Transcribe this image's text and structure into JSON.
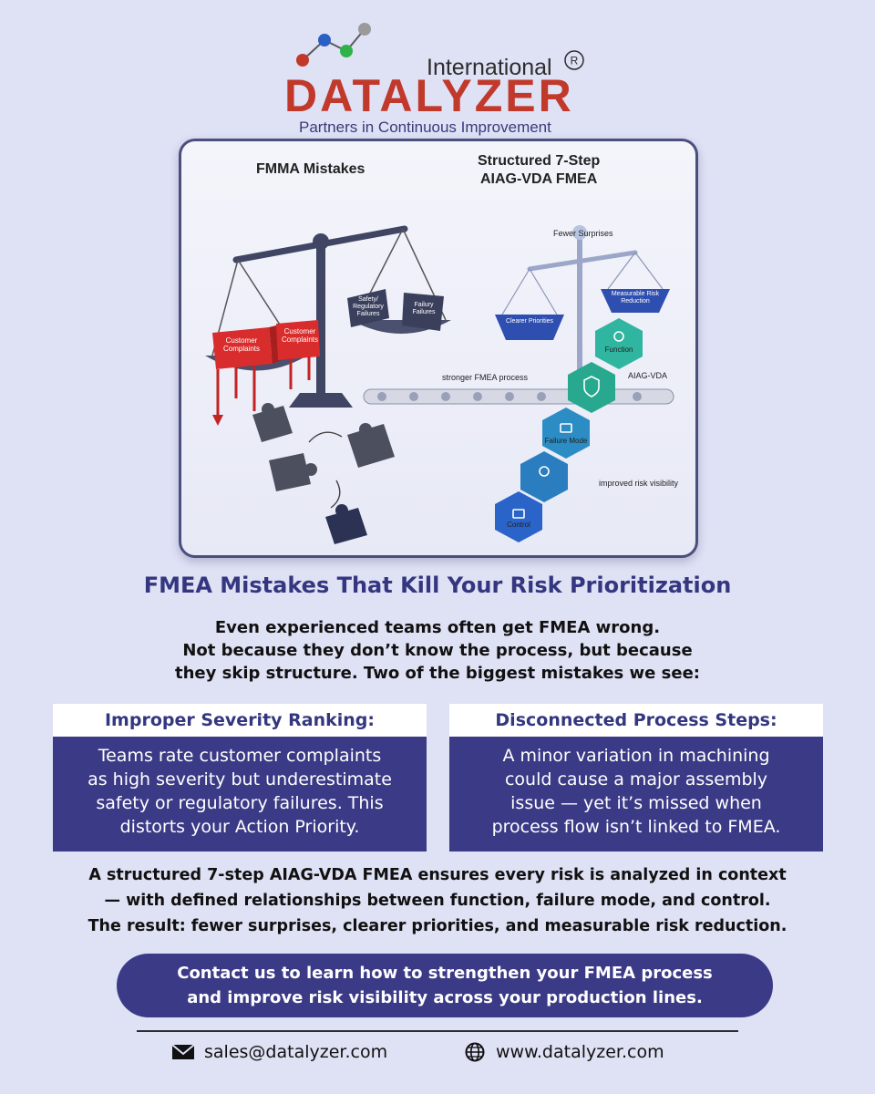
{
  "logo": {
    "international": "International",
    "wordmark": "DATALYZER",
    "tagline": "Partners in Continuous Improvement",
    "registered_mark": "®",
    "colors": {
      "red": "#c0392b",
      "blue": "#2b5fc4",
      "green": "#2fb24a",
      "gray": "#9a9a9a"
    }
  },
  "illustration": {
    "left_heading": "FMMA Mistakes",
    "right_heading_line1": "Structured 7-Step",
    "right_heading_line2": "AIAG-VDA FMEA",
    "fewer_surprises": "Fewer Surprises",
    "customer_complaints_a": "Customer Complaints",
    "customer_complaints_b": "Customer Complaints",
    "safety_failures": "Safety/ Regulatory Failures",
    "failure_failures": "Failury Failures",
    "clearer_priorities": "Clearer Priorities",
    "measurable_reduction": "Measurable Risk Reduction",
    "stronger_process": "stronger FMEA process",
    "aiag_vda": "AIAG-VDA",
    "improved_visibility": "improved risk visibility",
    "hex_function": "Function",
    "hex_failure_mode": "Failure Mode",
    "hex_control": "Control"
  },
  "headline": "FMEA Mistakes That Kill Your Risk Prioritization",
  "intro": {
    "line1": "Even experienced teams often get FMEA wrong.",
    "line2": "Not because they don’t know the process, but because",
    "line3": "they skip structure. Two of the biggest mistakes we see:"
  },
  "cards": [
    {
      "title": "Improper Severity Ranking:",
      "lines": [
        "Teams rate customer complaints",
        "as high severity but underestimate",
        "safety or regulatory failures. This",
        "distorts your Action Priority."
      ]
    },
    {
      "title": "Disconnected Process Steps:",
      "lines": [
        "A minor variation in machining",
        "could cause a major assembly",
        "issue — yet it’s missed when",
        "process flow isn’t linked to FMEA."
      ]
    }
  ],
  "summary": {
    "line1": "A structured 7-step AIAG-VDA FMEA ensures every risk is analyzed in context",
    "line2": "— with defined relationships between function, failure mode, and control.",
    "line3": "The result: fewer surprises, clearer priorities, and measurable risk reduction."
  },
  "cta": {
    "line1": "Contact us to learn how to strengthen your FMEA process",
    "line2": "and improve risk visibility across your production lines."
  },
  "contact": {
    "email": "sales@datalyzer.com",
    "website": "www.datalyzer.com",
    "email_icon": "envelope-icon",
    "web_icon": "globe-icon"
  },
  "colors": {
    "navy": "#3b3a86",
    "heading": "#34377f",
    "background": "#dfe1f5"
  }
}
